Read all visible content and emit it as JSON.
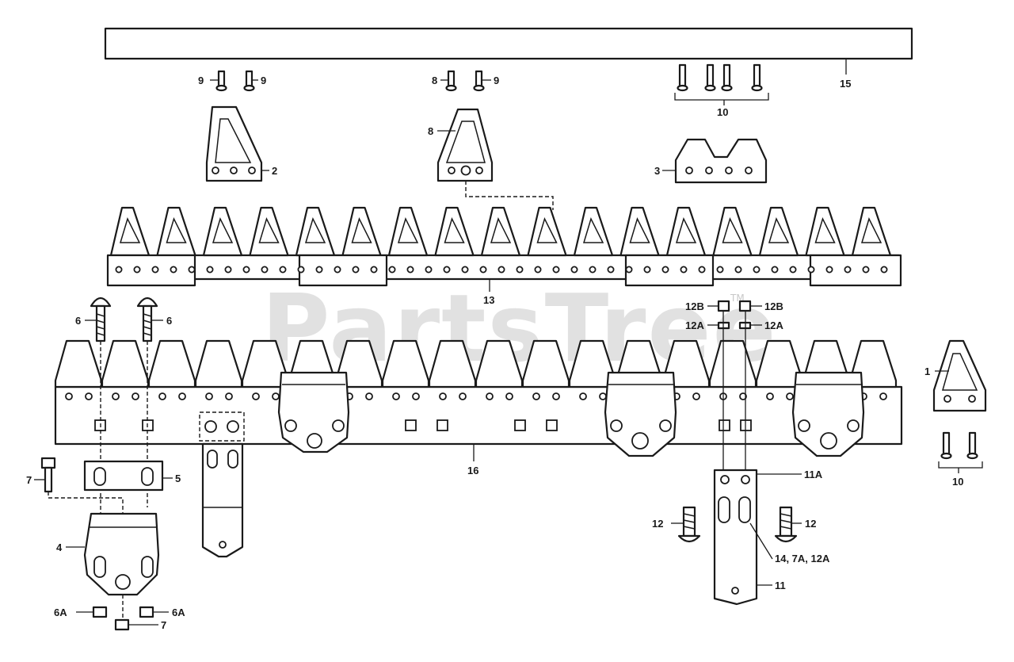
{
  "watermark": {
    "text": "PartsTree",
    "trademark": "TM"
  },
  "callouts": {
    "p1": "1",
    "p2": "2",
    "p3": "3",
    "p4": "4",
    "p5": "5",
    "p6a": "6",
    "p6b": "6",
    "p6A_left": "6A",
    "p6A_right": "6A",
    "p7_top": "7",
    "p7_bottom": "7",
    "p8_top": "8",
    "p8_guard": "8",
    "p9_a": "9",
    "p9_b": "9",
    "p9_c": "9",
    "p10_top": "10",
    "p10_right": "10",
    "p11": "11",
    "p11A": "11A",
    "p12_left": "12",
    "p12_right": "12",
    "p12A_left": "12A",
    "p12A_right": "12A",
    "p12B_left": "12B",
    "p12B_right": "12B",
    "p13": "13",
    "p14": "14, 7A, 12A",
    "p15": "15",
    "p16": "16"
  }
}
